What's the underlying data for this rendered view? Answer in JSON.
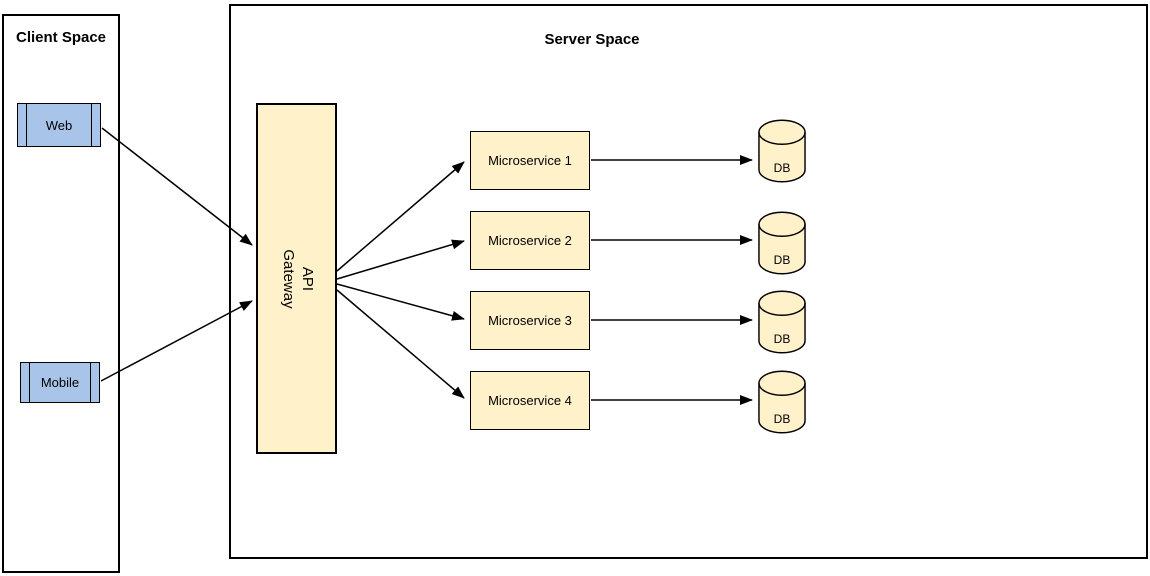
{
  "diagram": {
    "containers": {
      "client": {
        "label": "Client Space"
      },
      "server": {
        "label": "Server Space"
      }
    },
    "nodes": {
      "web": {
        "label": "Web",
        "shape": "process"
      },
      "mobile": {
        "label": "Mobile",
        "shape": "process"
      },
      "gateway": {
        "label": "API Gateway",
        "shape": "rectangle-rotated-label"
      },
      "microservices": [
        {
          "label": "Microservice 1"
        },
        {
          "label": "Microservice 2"
        },
        {
          "label": "Microservice 3"
        },
        {
          "label": "Microservice 4"
        }
      ],
      "databases": [
        {
          "label": "DB"
        },
        {
          "label": "DB"
        },
        {
          "label": "DB"
        },
        {
          "label": "DB"
        }
      ]
    },
    "edges": [
      {
        "from": "web",
        "to": "api-gateway"
      },
      {
        "from": "mobile",
        "to": "api-gateway"
      },
      {
        "from": "api-gateway",
        "to": "microservice-1"
      },
      {
        "from": "api-gateway",
        "to": "microservice-2"
      },
      {
        "from": "api-gateway",
        "to": "microservice-3"
      },
      {
        "from": "api-gateway",
        "to": "microservice-4"
      },
      {
        "from": "microservice-1",
        "to": "db-1"
      },
      {
        "from": "microservice-2",
        "to": "db-2"
      },
      {
        "from": "microservice-3",
        "to": "db-3"
      },
      {
        "from": "microservice-4",
        "to": "db-4"
      }
    ],
    "colors": {
      "yellow_fill": "#FFF1CA",
      "blue_fill": "#A8C5E9",
      "stroke": "#000000",
      "background": "#FFFFFF",
      "text": "#000000"
    }
  }
}
